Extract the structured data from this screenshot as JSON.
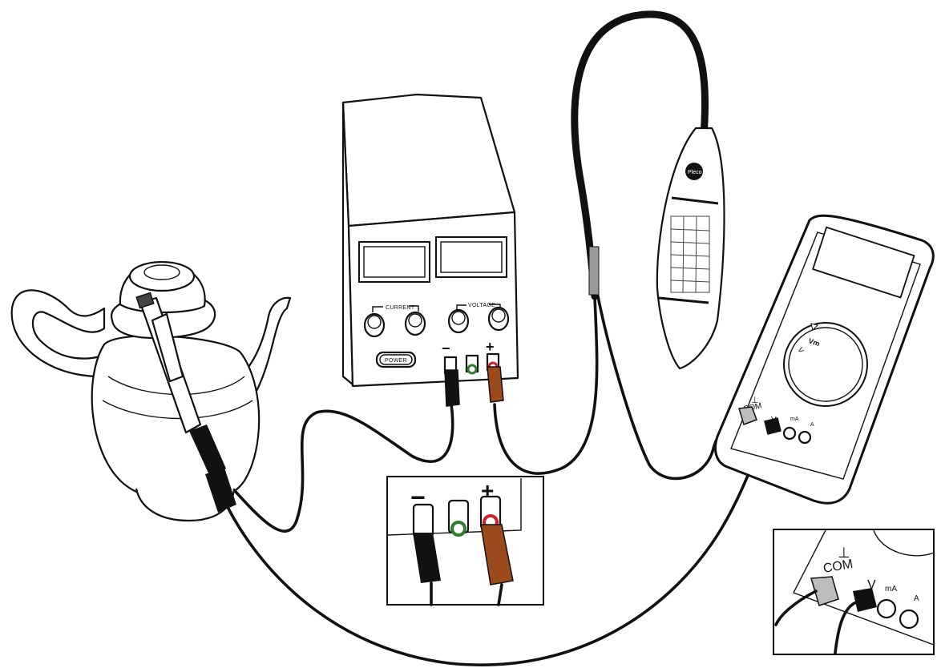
{
  "power_supply": {
    "current_label": "CURRENT",
    "voltage_label": "VOLTAGE",
    "power_label": "POWER",
    "minus_label": "−",
    "plus_label": "+"
  },
  "probe": {
    "brand": "Pleco"
  },
  "multimeter": {
    "dial_v_dc": "V",
    "dial_vm": "Vm",
    "ground_symbol": "⊥",
    "com_label": "COM",
    "v_label": "V",
    "ma_label": "mA",
    "a_label": "A"
  },
  "inset_power": {
    "minus_label": "−",
    "plus_label": "+"
  },
  "inset_meter": {
    "ground_symbol": "⊥",
    "com_label": "COM",
    "v_label": "V",
    "ma_label": "mA",
    "a_label": "A"
  },
  "colors": {
    "ink": "#111111",
    "red_terminal": "#d0202a",
    "green_terminal": "#2f7d2f",
    "brown_plug": "#9a4a1c",
    "gray_plug": "#bdbdbd",
    "probe_gray": "#9a9a9a"
  }
}
